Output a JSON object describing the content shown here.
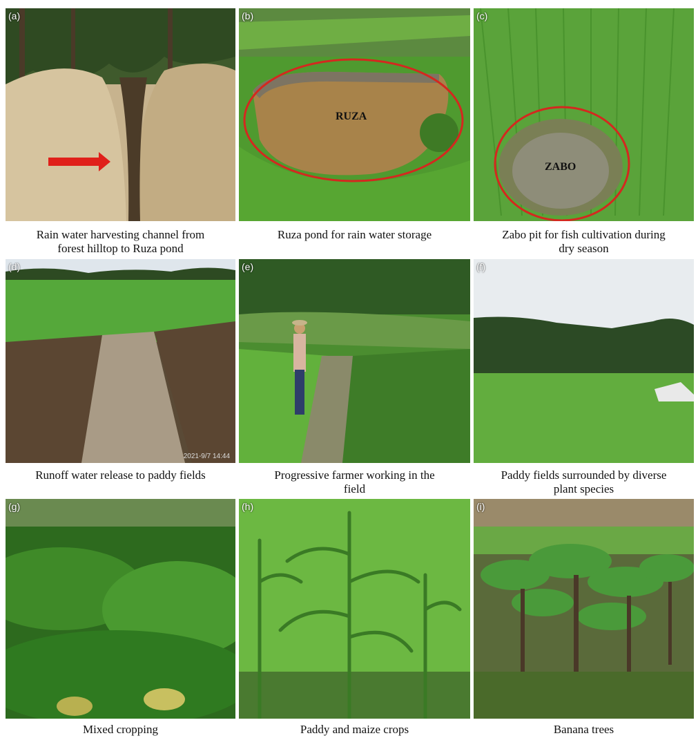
{
  "panels": [
    {
      "tag": "(a)",
      "caption_l1": "Rain water harvesting channel from",
      "caption_l2": "forest hilltop to Ruza pond"
    },
    {
      "tag": "(b)",
      "caption_l1": "Ruza pond for rain water storage",
      "caption_l2": "",
      "overlay": "RUZA"
    },
    {
      "tag": "(c)",
      "caption_l1": "Zabo pit for fish cultivation during",
      "caption_l2": "dry season",
      "overlay": "ZABO"
    },
    {
      "tag": "(d)",
      "caption_l1": "Runoff water release to paddy fields",
      "caption_l2": "",
      "stamp": "2021-9/7 14:44"
    },
    {
      "tag": "(e)",
      "caption_l1": "Progressive farmer working in the",
      "caption_l2": "field"
    },
    {
      "tag": "(f)",
      "caption_l1": "Paddy fields surrounded by diverse",
      "caption_l2": "plant species"
    },
    {
      "tag": "(g)",
      "caption_l1": "Mixed cropping",
      "caption_l2": ""
    },
    {
      "tag": "(h)",
      "caption_l1": "Paddy and maize crops",
      "caption_l2": ""
    },
    {
      "tag": "(i)",
      "caption_l1": "Banana trees",
      "caption_l2": ""
    }
  ],
  "colors": {
    "paddy_green": "#5da83a",
    "soil": "#c9b48c",
    "pond_water": "#a8834a",
    "highlight_circle": "#d4281f",
    "arrow": "#e0201a"
  }
}
